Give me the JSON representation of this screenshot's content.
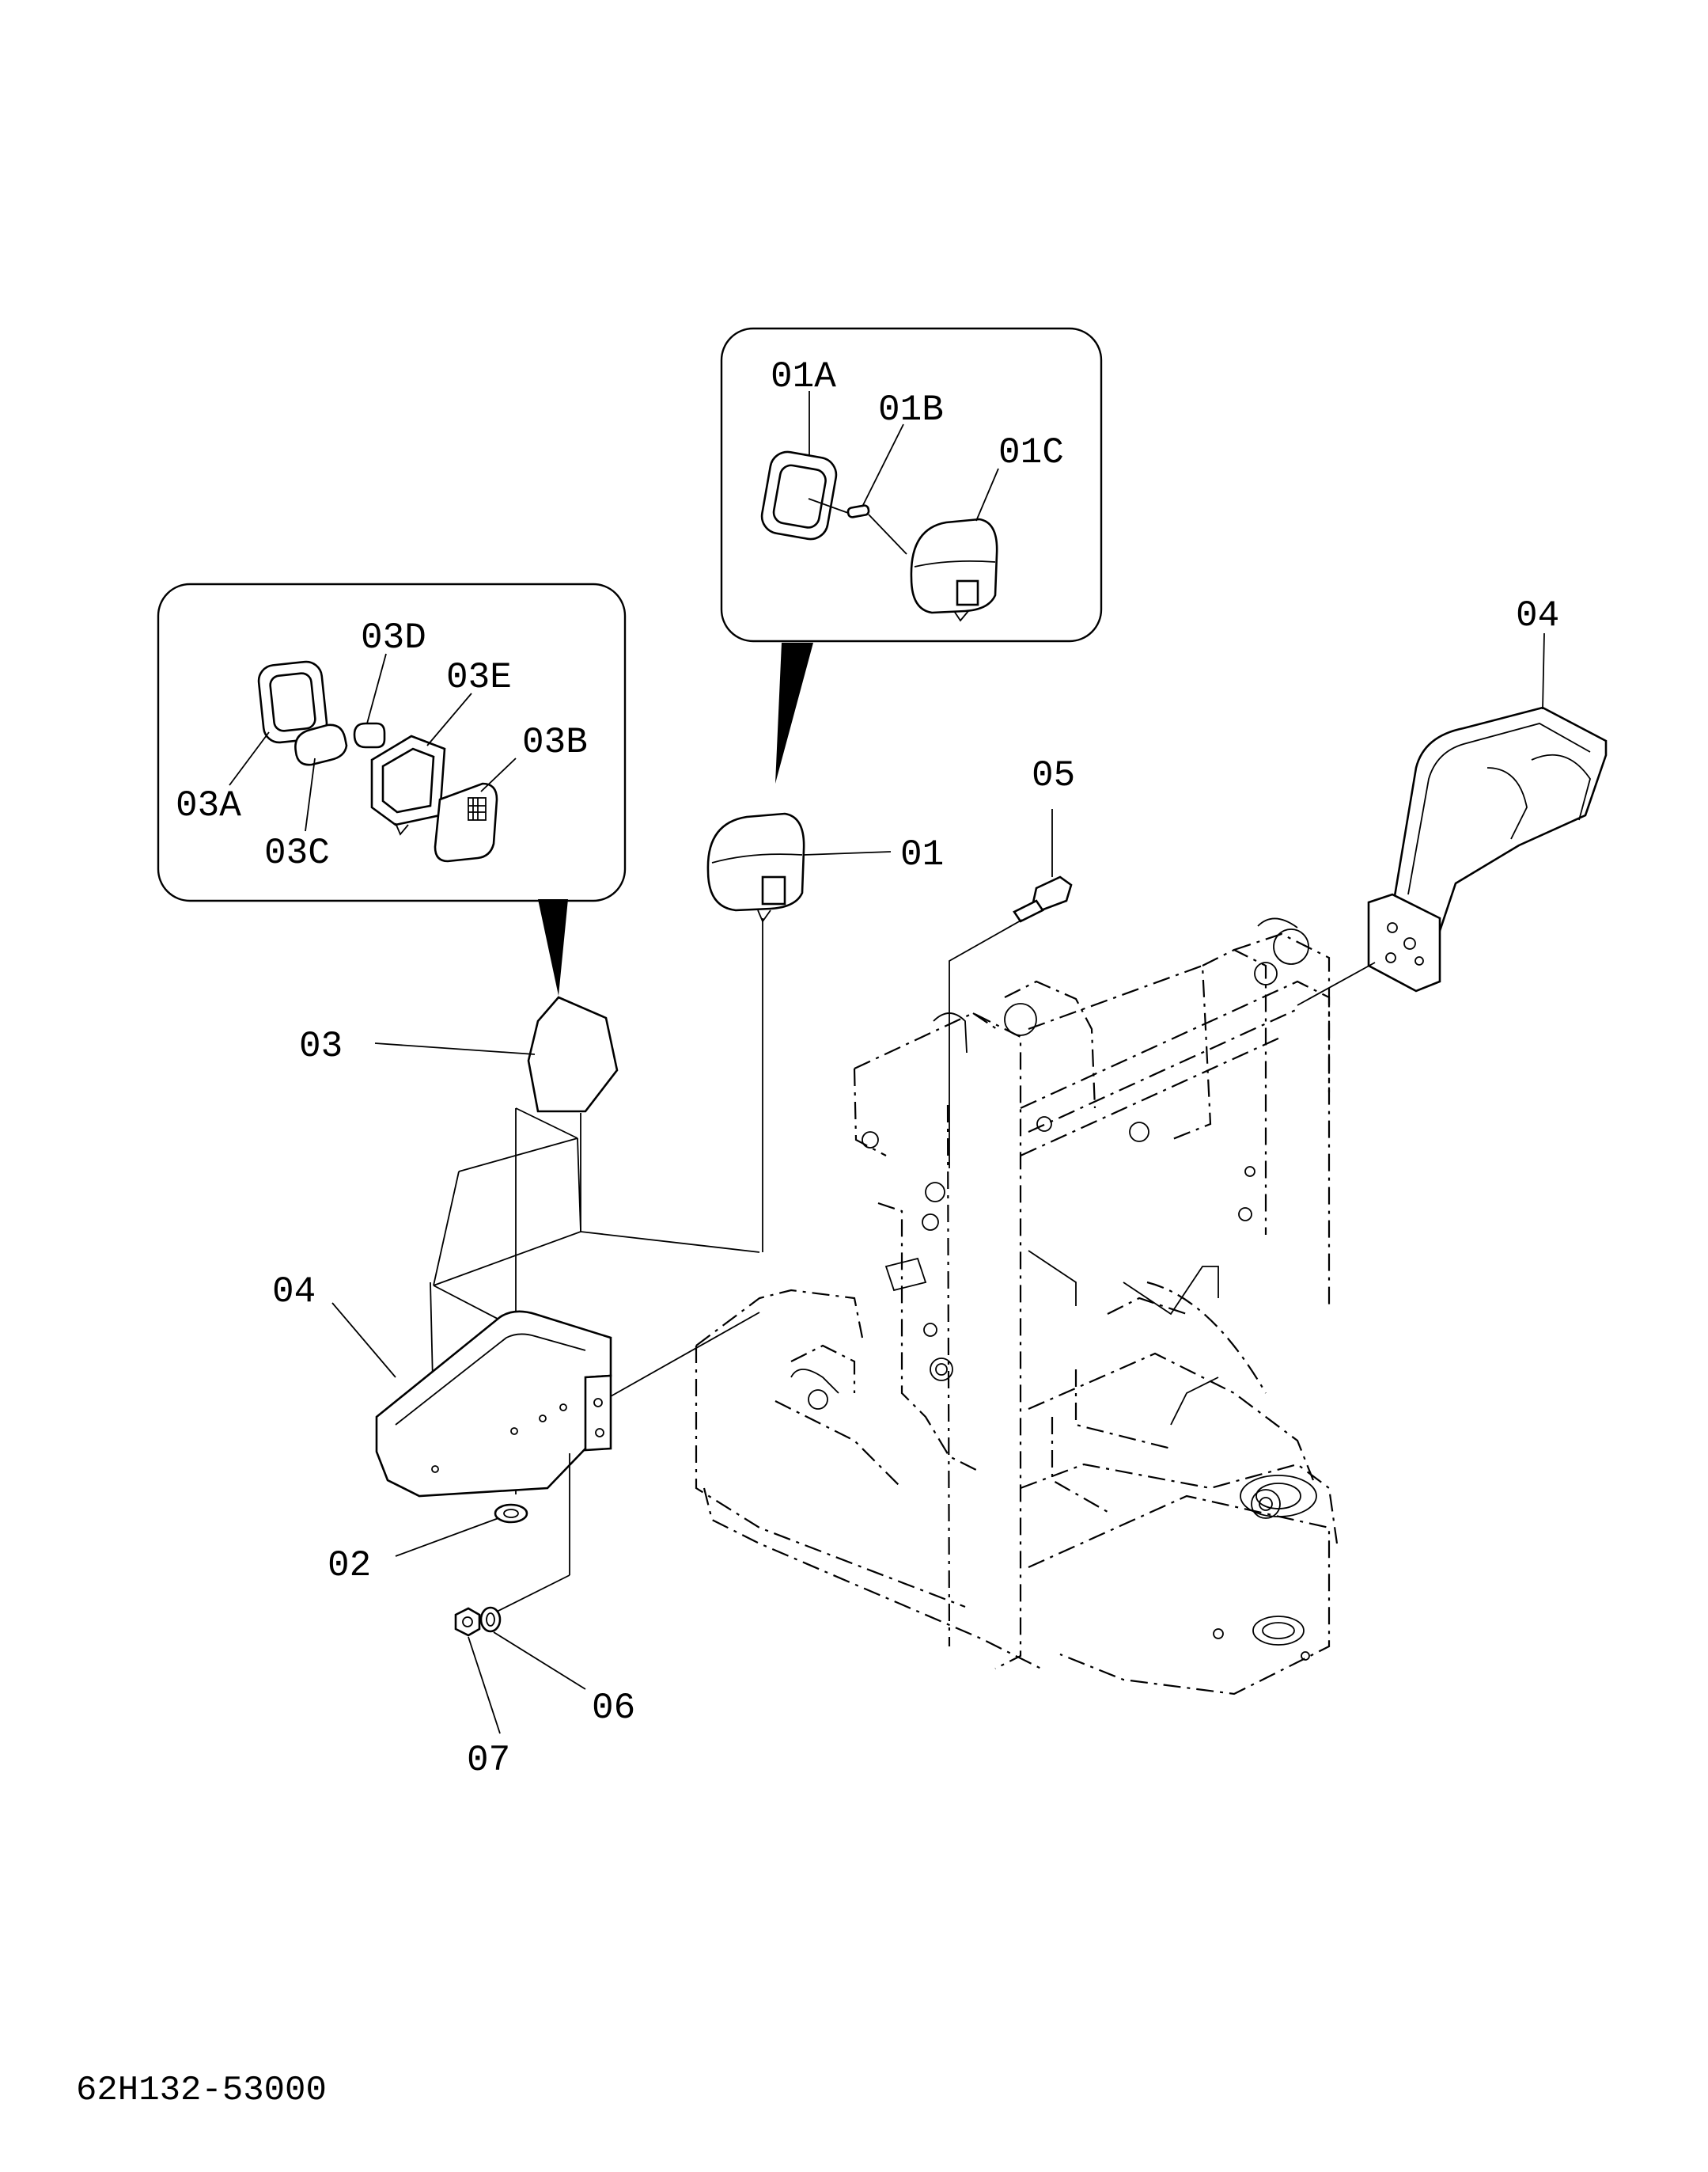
{
  "diagram": {
    "document_number": "62H132-53000",
    "callouts": {
      "c01": "01",
      "c01A": "01A",
      "c01B": "01B",
      "c01C": "01C",
      "c02": "02",
      "c03": "03",
      "c03A": "03A",
      "c03B": "03B",
      "c03C": "03C",
      "c03D": "03D",
      "c03E": "03E",
      "c04_left": "04",
      "c04_right": "04",
      "c05": "05",
      "c06": "06",
      "c07": "07"
    }
  },
  "colors": {
    "ink": "#000000",
    "paper": "#ffffff"
  }
}
